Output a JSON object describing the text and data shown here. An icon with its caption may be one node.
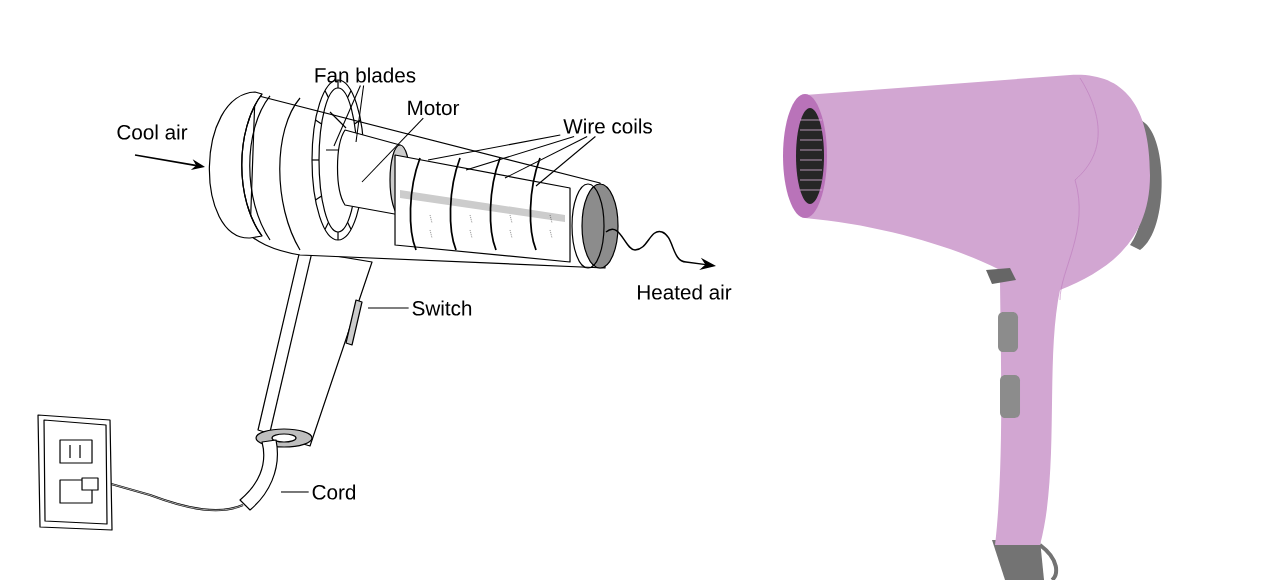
{
  "diagram": {
    "nodes": [
      {
        "text": [
          "Fan blades"
        ]
      },
      {
        "text": [
          "Motor"
        ]
      },
      {
        "text": [
          "Wire coils"
        ]
      },
      {
        "text": [
          "Switch"
        ]
      },
      {
        "text": [
          "Cord"
        ]
      }
    ],
    "edges": [
      {
        "from": 0,
        "to": null,
        "arrow": "none"
      },
      {
        "from": 0,
        "to": null,
        "arrow": "none"
      },
      {
        "from": 1,
        "to": null,
        "arrow": "none"
      },
      {
        "from": 2,
        "to": null,
        "arrow": "none"
      },
      {
        "from": 2,
        "to": null,
        "arrow": "none"
      },
      {
        "from": 2,
        "to": null,
        "arrow": "none"
      },
      {
        "from": 2,
        "to": null,
        "arrow": "none"
      },
      {
        "from": 3,
        "to": null,
        "arrow": "none"
      },
      {
        "from": 4,
        "to": null,
        "arrow": "none"
      }
    ],
    "labels": [
      "Cool air",
      "Heated air"
    ]
  }
}
